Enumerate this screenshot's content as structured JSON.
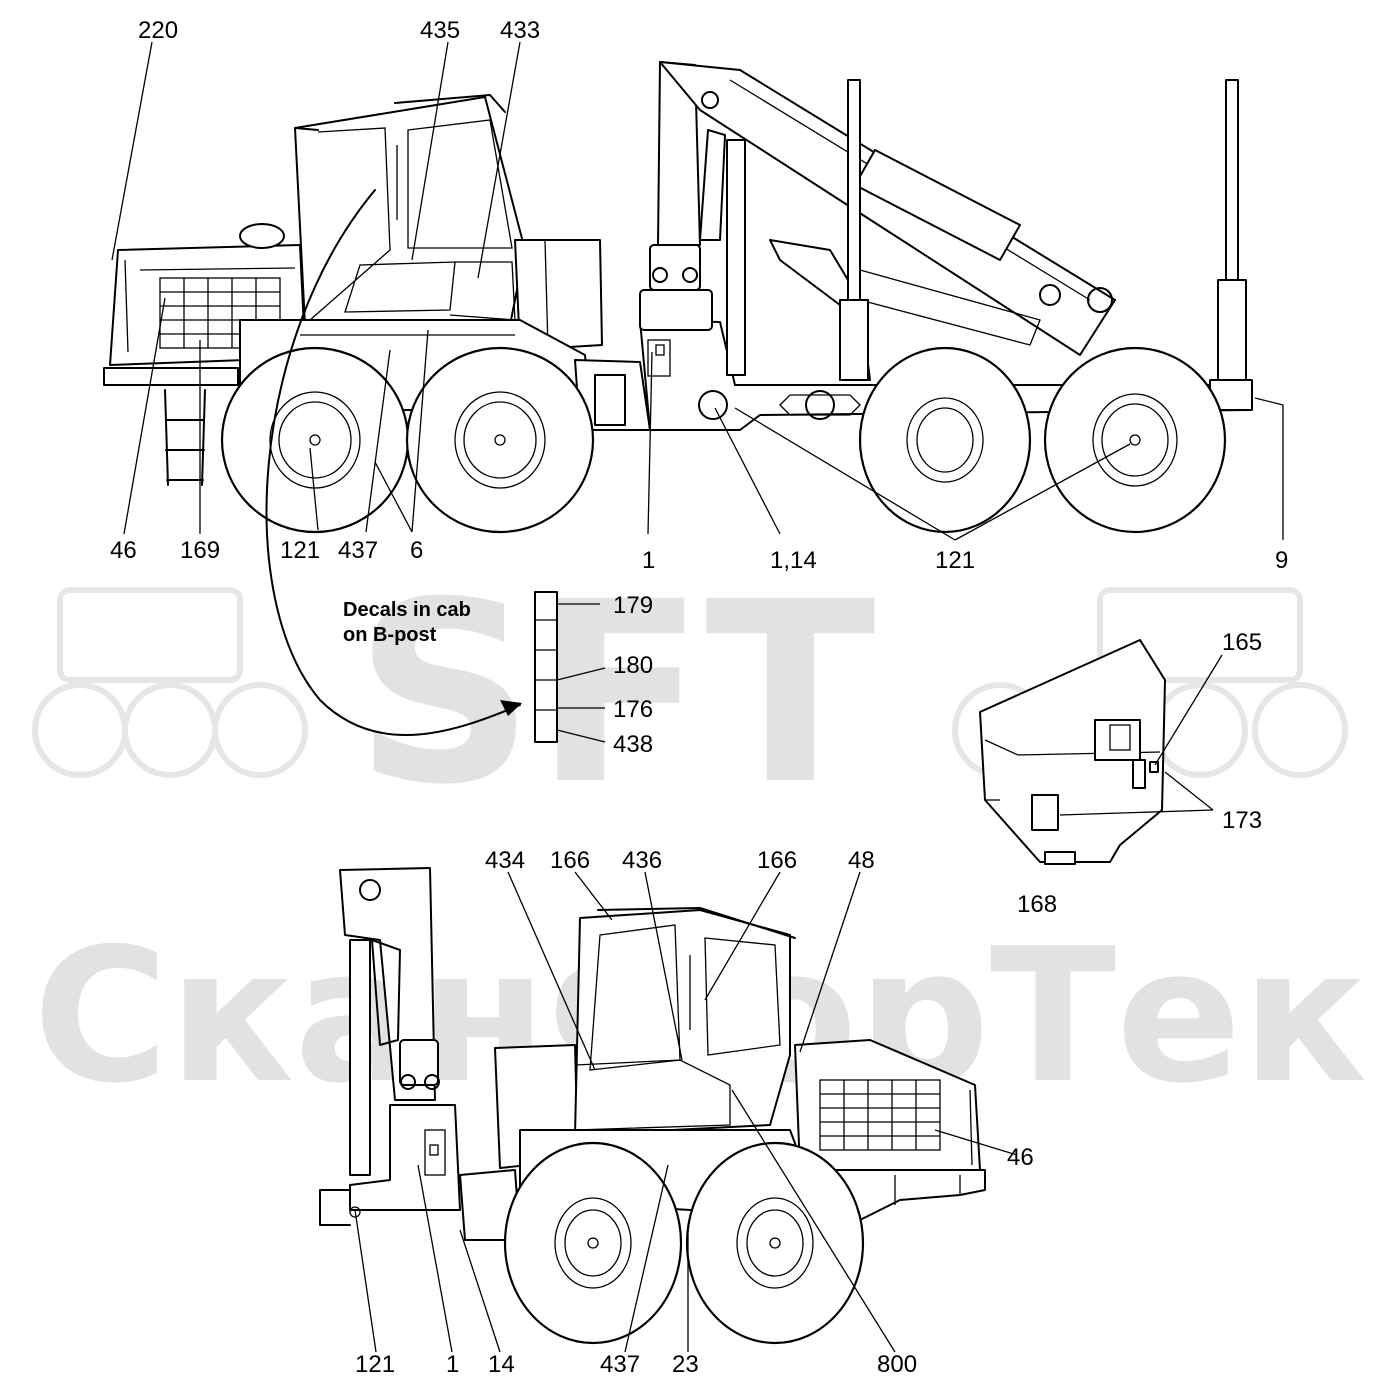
{
  "watermark": {
    "logo_text": "SFT",
    "brand_text": "СканФорТек"
  },
  "note": {
    "line1": "Decals in cab",
    "line2": "on B-post"
  },
  "top_view_callouts": [
    "220",
    "435",
    "433",
    "46",
    "169",
    "121",
    "437",
    "6",
    "1",
    "1,14",
    "121",
    "9"
  ],
  "bpost_callouts": [
    "179",
    "180",
    "176",
    "438"
  ],
  "detail_callouts": [
    "165",
    "173",
    "168"
  ],
  "bottom_view_callouts": [
    "434",
    "166",
    "436",
    "166",
    "48",
    "46",
    "121",
    "1",
    "14",
    "437",
    "23",
    "800"
  ]
}
